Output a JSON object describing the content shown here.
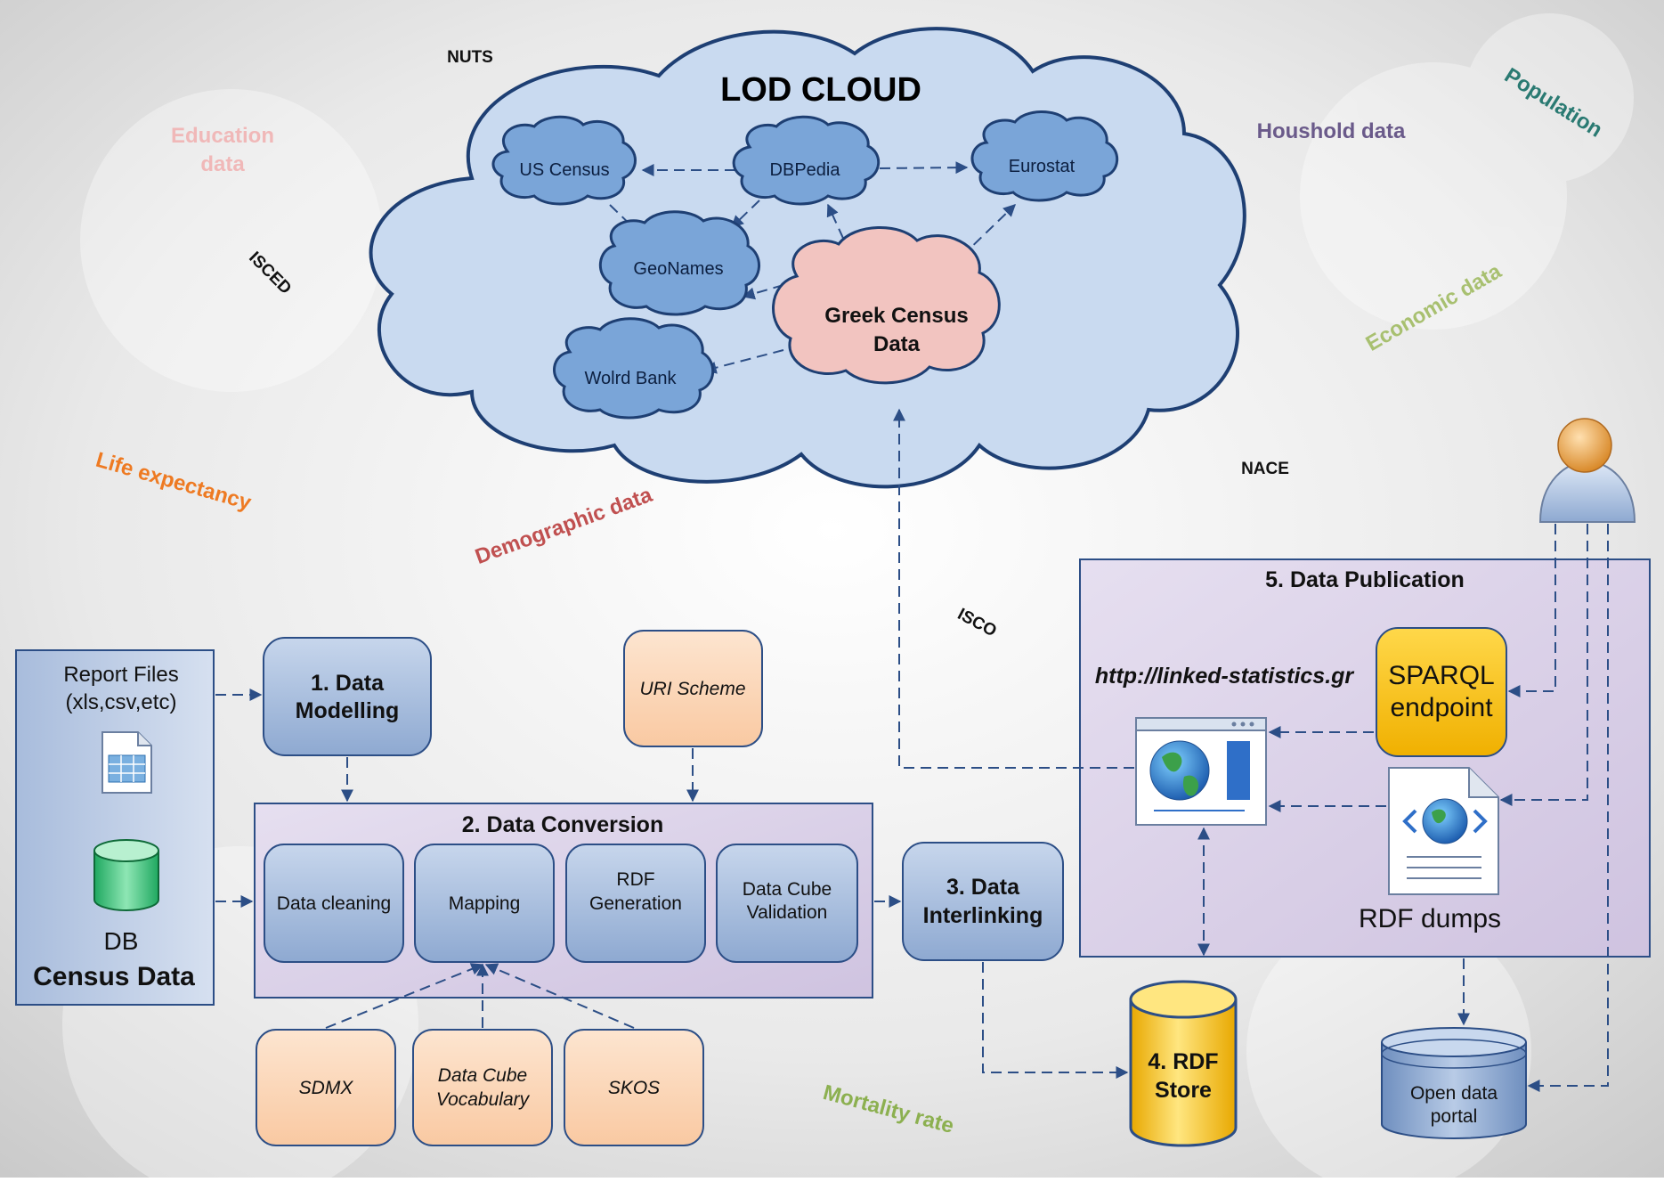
{
  "cloud": {
    "title": "LOD CLOUD",
    "nodes": {
      "us_census": "US Census",
      "dbpedia": "DBPedia",
      "eurostat": "Eurostat",
      "geonames": "GeoNames",
      "world_bank": "Wolrd Bank",
      "greek_census_line1": "Greek Census",
      "greek_census_line2": "Data"
    }
  },
  "keywords": {
    "nuts": "NUTS",
    "education_line1": "Education",
    "education_line2": "data",
    "isced": "ISCED",
    "houshold": "Houshold data",
    "population": "Population",
    "economic": "Economic data",
    "life_expectancy": "Life expectancy",
    "demographic": "Demographic data",
    "nace": "NACE",
    "isco": "ISCO",
    "mortality": "Mortality rate"
  },
  "sources": {
    "report_line1": "Report Files",
    "report_line2": "(xls,csv,etc)",
    "db_line1": "DB",
    "db_line2": "Census Data"
  },
  "steps": {
    "modelling_line1": "1. Data",
    "modelling_line2": "Modelling",
    "conversion_title": "2. Data Conversion",
    "interlinking_line1": "3. Data",
    "interlinking_line2": "Interlinking",
    "store_line1": "4. RDF",
    "store_line2": "Store",
    "publication_title": "5. Data Publication"
  },
  "conversion": {
    "data_cleaning": "Data cleaning",
    "mapping": "Mapping",
    "rdf_gen_line1": "RDF",
    "rdf_gen_line2": "Generation",
    "cube_val_line1": "Data Cube",
    "cube_val_line2": "Validation"
  },
  "vocabularies": {
    "uri_scheme": "URI Scheme",
    "sdmx": "SDMX",
    "data_cube_line1": "Data Cube",
    "data_cube_line2": "Vocabulary",
    "skos": "SKOS"
  },
  "publication": {
    "url": "http://linked-statistics.gr",
    "sparql_line1": "SPARQL",
    "sparql_line2": "endpoint",
    "rdf_dumps": "RDF dumps",
    "portal_line1": "Open data",
    "portal_line2": "portal"
  },
  "colors": {
    "cloud_fill": "#c9daf0",
    "node_fill": "#7aa5d8",
    "greek_node_fill": "#f2c4c0",
    "step_fill": "#9fb8da",
    "panel_fill": "#d9cfe6",
    "vocab_fill": "#fbd5b5",
    "sparql_fill": "#f5c000",
    "store_fill": "#f5c000",
    "arrow": "#2c4e86"
  }
}
